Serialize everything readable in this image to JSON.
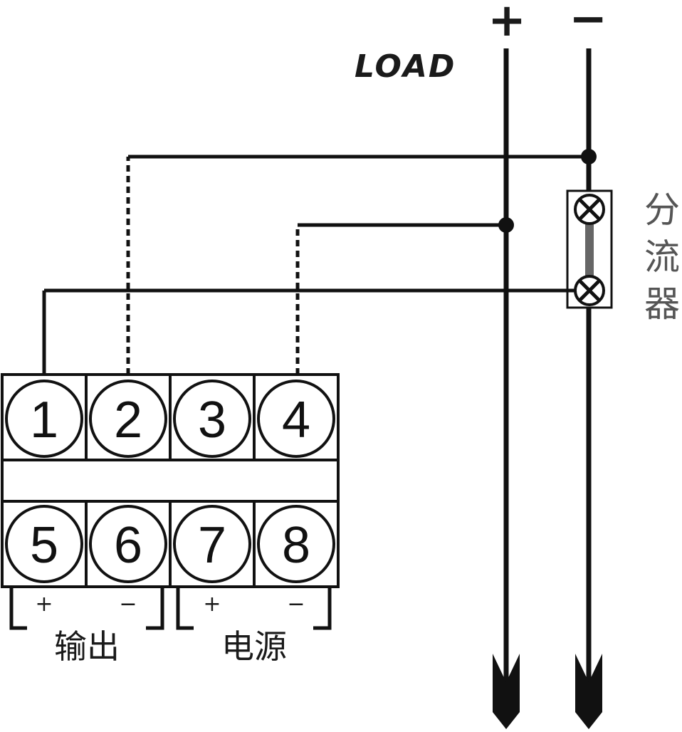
{
  "labels": {
    "load": "LOAD",
    "plus": "+",
    "minus": "−",
    "shunt": [
      "分",
      "流",
      "器"
    ]
  },
  "terminals": [
    {
      "number": "1"
    },
    {
      "number": "2"
    },
    {
      "number": "3"
    },
    {
      "number": "4"
    },
    {
      "number": "5"
    },
    {
      "number": "6"
    },
    {
      "number": "7"
    },
    {
      "number": "8"
    }
  ],
  "groups": [
    {
      "name": "输出",
      "plus": "+",
      "minus": "−"
    },
    {
      "name": "电源",
      "plus": "+",
      "minus": "−"
    }
  ]
}
